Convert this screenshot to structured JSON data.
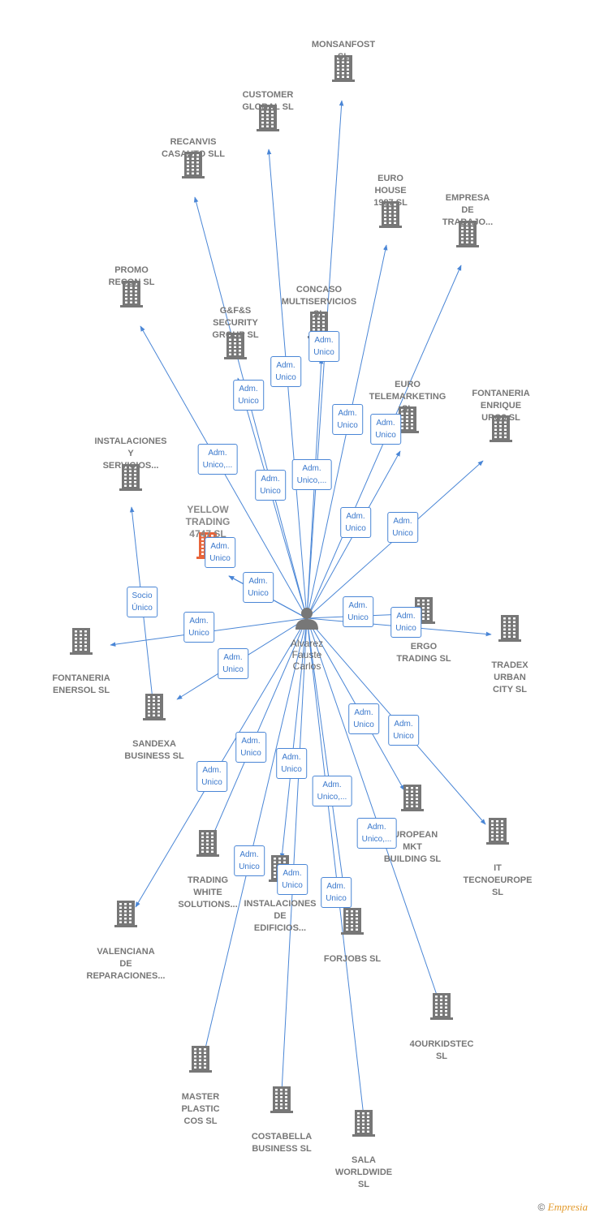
{
  "center": {
    "id": "person",
    "label": "Alvarez\nFauste\nCarlos"
  },
  "companies": [
    {
      "id": "monsanfost",
      "label": "MONSANFOST\nSL"
    },
    {
      "id": "customer",
      "label": "CUSTOMER\nGLOBAL  SL"
    },
    {
      "id": "recanvis",
      "label": "RECANVIS\nCASAUTO SLL"
    },
    {
      "id": "eurohouse",
      "label": "EURO\nHOUSE\n1987  SL"
    },
    {
      "id": "empresa",
      "label": "EMPRESA\nDE\nTRABAJO..."
    },
    {
      "id": "promo",
      "label": "PROMO\nRECON  SL"
    },
    {
      "id": "concaso",
      "label": "CONCASO\nMULTISERVICIOS\nSL"
    },
    {
      "id": "gfs",
      "label": "G&F&S\nSECURITY\nGROUP  SL"
    },
    {
      "id": "eurotele",
      "label": "EURO\nTELEMARKETING\nSL"
    },
    {
      "id": "fontenrique",
      "label": "FONTANERIA\nENRIQUE\nURO3 SL"
    },
    {
      "id": "instalaciones",
      "label": "INSTALACIONES\nY\nSERVICIOS..."
    },
    {
      "id": "yellow",
      "label": "YELLOW\nTRADING\n4747  SL",
      "focus": true
    },
    {
      "id": "ergo",
      "label": "ERGO\nTRADING  SL"
    },
    {
      "id": "tradex",
      "label": "TRADEX\nURBAN\nCITY  SL"
    },
    {
      "id": "fontenersol",
      "label": "FONTANERIA\nENERSOL SL"
    },
    {
      "id": "sandexa",
      "label": "SANDEXA\nBUSINESS SL"
    },
    {
      "id": "european",
      "label": "EUROPEAN\nMKT\nBUILDING  SL"
    },
    {
      "id": "it",
      "label": "IT\nTECNOEUROPE\nSL"
    },
    {
      "id": "tradingwhite",
      "label": "TRADING\nWHITE\nSOLUTIONS..."
    },
    {
      "id": "instedif",
      "label": "INSTALACIONES\nDE\nEDIFICIOS..."
    },
    {
      "id": "valenciana",
      "label": "VALENCIANA\nDE\nREPARACIONES..."
    },
    {
      "id": "forjobs",
      "label": "FORJOBS SL"
    },
    {
      "id": "4ourkids",
      "label": "4OURKIDSTEC\nSL"
    },
    {
      "id": "master",
      "label": "MASTER\nPLASTIC\nCOS SL"
    },
    {
      "id": "costabella",
      "label": "COSTABELLA\nBUSINESS SL"
    },
    {
      "id": "sala",
      "label": "SALA\nWORLDWIDE\nSL"
    }
  ],
  "edges": [
    {
      "from": "person",
      "to": "monsanfost",
      "label": "Adm.\nUnico"
    },
    {
      "from": "person",
      "to": "customer",
      "label": "Adm.\nUnico"
    },
    {
      "from": "person",
      "to": "recanvis",
      "label": "Adm.\nUnico"
    },
    {
      "from": "person",
      "to": "eurohouse",
      "label": "Adm.\nUnico"
    },
    {
      "from": "person",
      "to": "empresa",
      "label": "Adm.\nUnico"
    },
    {
      "from": "person",
      "to": "promo",
      "label": "Adm.\nUnico,..."
    },
    {
      "from": "person",
      "to": "concaso",
      "label": "Adm.\nUnico,..."
    },
    {
      "from": "person",
      "to": "gfs",
      "label": "Adm.\nUnico"
    },
    {
      "from": "person",
      "to": "eurotele",
      "label": "Adm.\nUnico"
    },
    {
      "from": "person",
      "to": "fontenrique",
      "label": "Adm.\nUnico"
    },
    {
      "from": "person",
      "to": "yellow",
      "label": "Adm.\nUnico"
    },
    {
      "from": "person",
      "to": "yellow",
      "label": "Adm.\nUnico"
    },
    {
      "from": "person",
      "to": "ergo",
      "label": "Adm.\nUnico"
    },
    {
      "from": "person",
      "to": "tradex",
      "label": "Adm.\nUnico"
    },
    {
      "from": "person",
      "to": "fontenersol",
      "label": "Adm.\nUnico"
    },
    {
      "from": "person",
      "to": "sandexa",
      "label": "Adm.\nUnico"
    },
    {
      "from": "sandexa",
      "to": "instalaciones",
      "label": "Socio\nÚnico"
    },
    {
      "from": "person",
      "to": "european",
      "label": "Adm.\nUnico"
    },
    {
      "from": "person",
      "to": "it",
      "label": "Adm.\nUnico"
    },
    {
      "from": "person",
      "to": "tradingwhite",
      "label": "Adm.\nUnico"
    },
    {
      "from": "person",
      "to": "instedif",
      "label": "Adm.\nUnico"
    },
    {
      "from": "person",
      "to": "valenciana",
      "label": "Adm.\nUnico"
    },
    {
      "from": "person",
      "to": "forjobs",
      "label": "Adm.\nUnico,..."
    },
    {
      "from": "person",
      "to": "4ourkids",
      "label": "Adm.\nUnico,..."
    },
    {
      "from": "person",
      "to": "master",
      "label": "Adm.\nUnico"
    },
    {
      "from": "person",
      "to": "costabella",
      "label": "Adm.\nUnico"
    },
    {
      "from": "person",
      "to": "sala",
      "label": "Adm.\nUnico"
    }
  ],
  "colors": {
    "edge": "#4a86d6",
    "building": "#777777",
    "focus": "#e8643a",
    "person": "#777777"
  },
  "footer": {
    "copyright": "©",
    "brand": "Empresia"
  }
}
